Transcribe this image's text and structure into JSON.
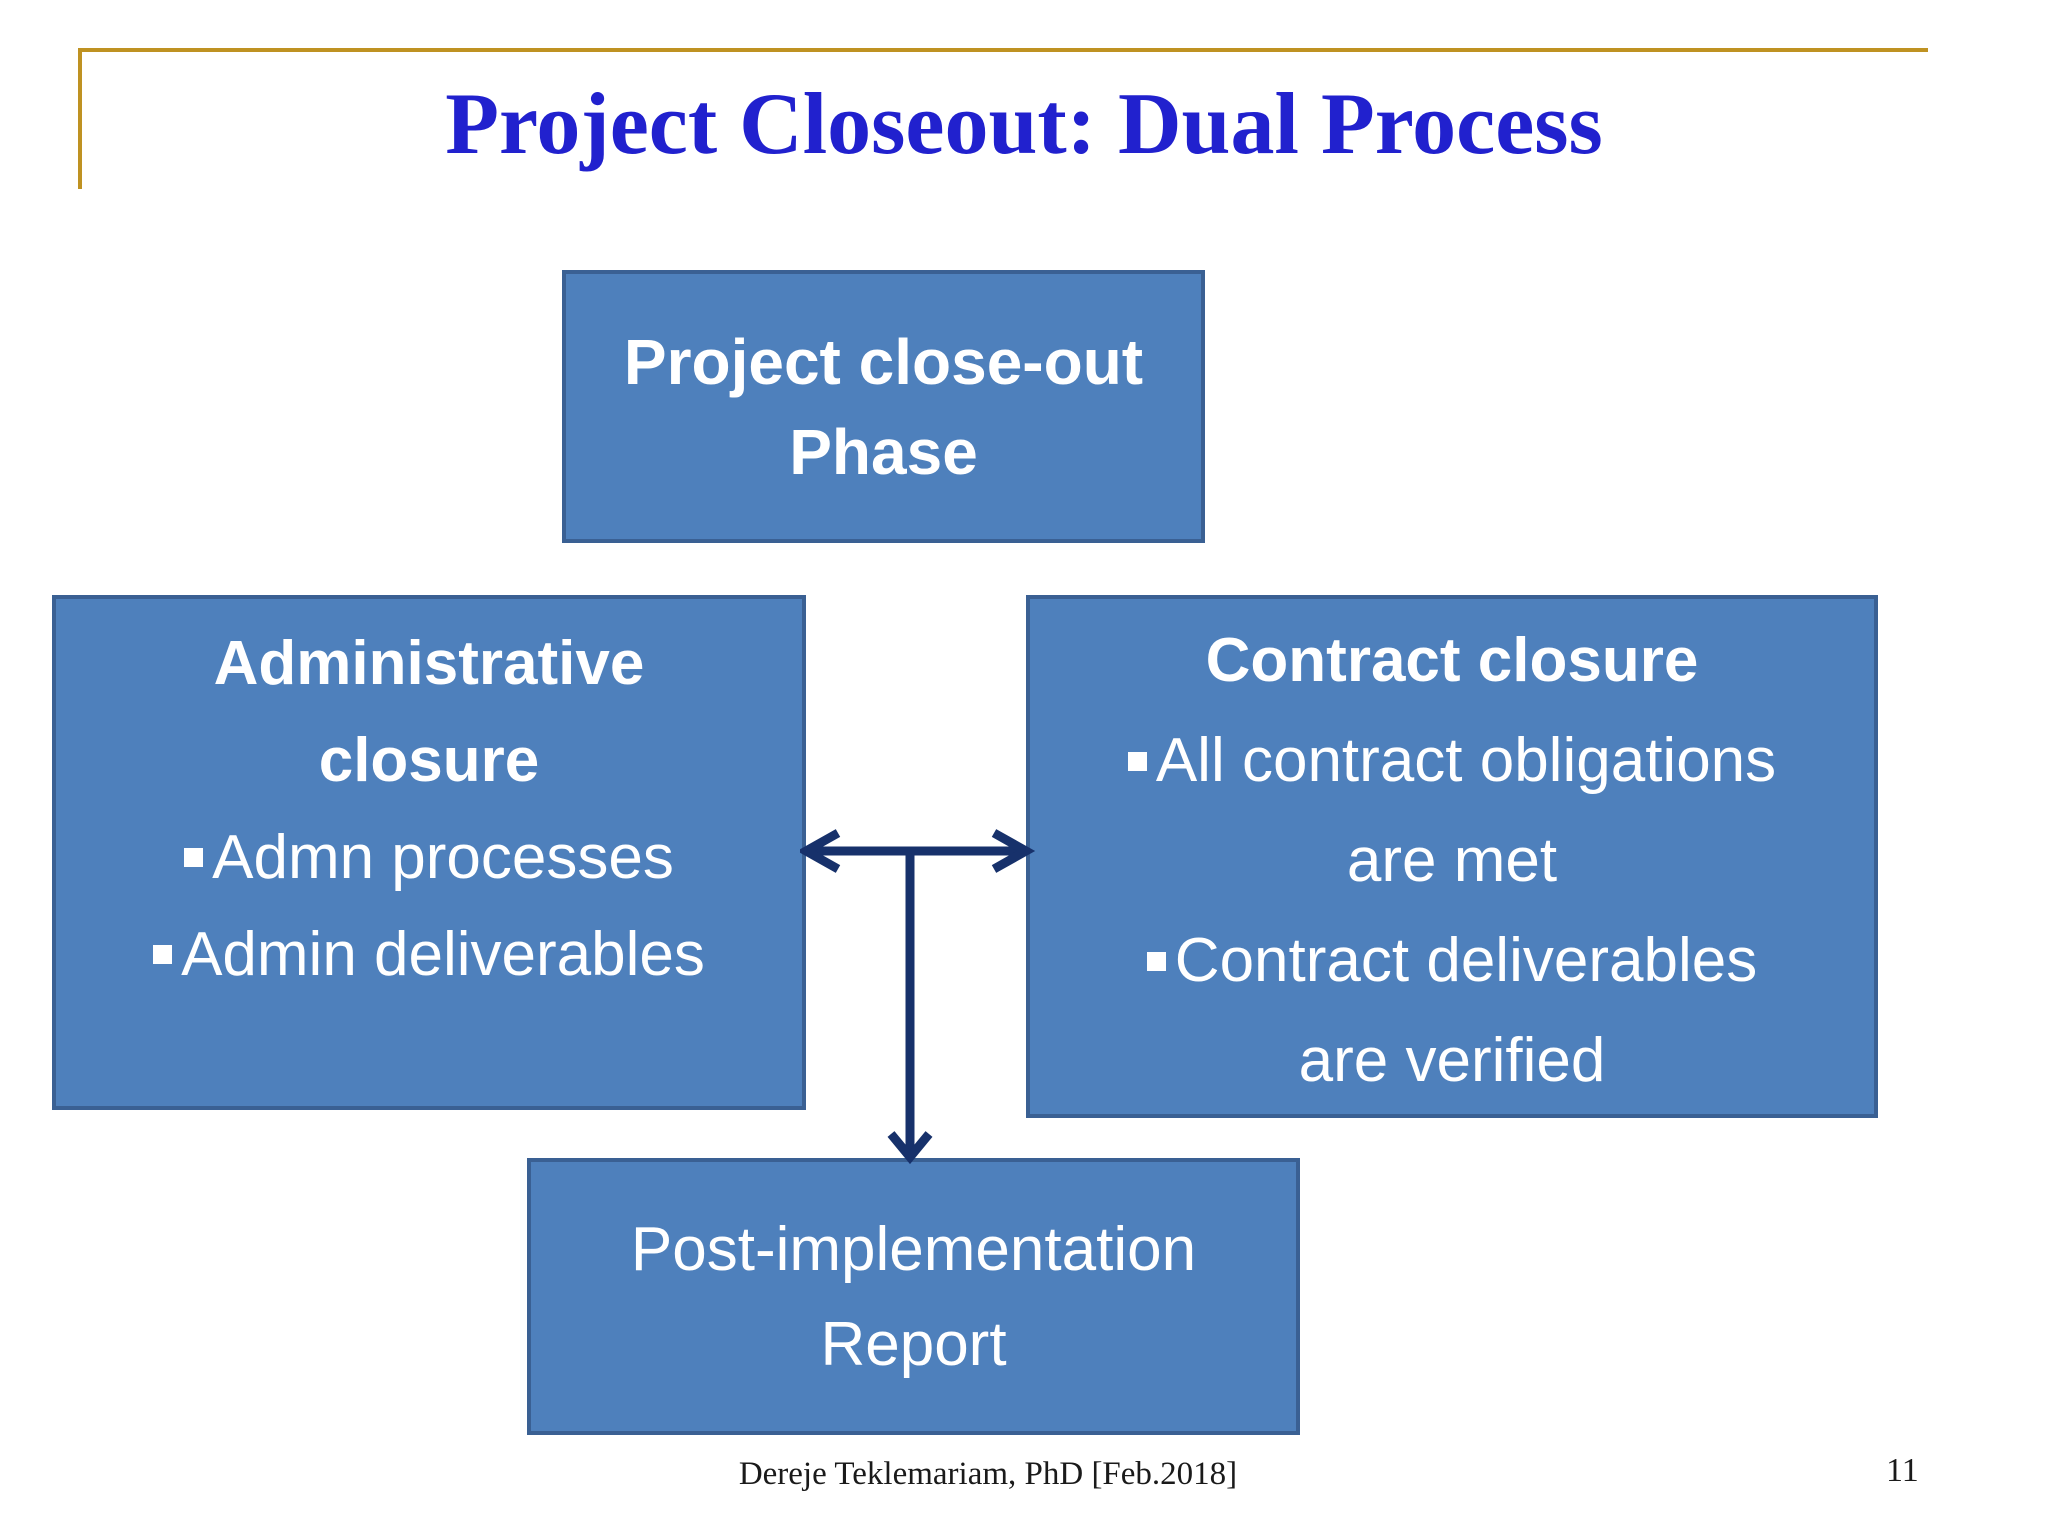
{
  "colors": {
    "gold": "#BF9222",
    "title_blue": "#2121CE",
    "box_fill": "#4E80BC",
    "box_border": "#3A6093",
    "arrow_navy": "#17316B",
    "text_white": "#FFFFFF",
    "text_black": "#1A1A1A"
  },
  "slide": {
    "title": "Project Closeout: Dual Process",
    "footer": "Dereje Teklemariam, PhD [Feb.2018]",
    "page_number": "11"
  },
  "diagram": {
    "top_box": {
      "line1": "Project close-out",
      "line2": "Phase"
    },
    "left_box": {
      "title_line1": "Administrative",
      "title_line2": "closure",
      "bullet1": "Admn processes",
      "bullet2": "Admin deliverables"
    },
    "right_box": {
      "title": "Contract closure",
      "bullet1_line1": "All contract obligations",
      "bullet1_line2": "are met",
      "bullet2_line1": "Contract deliverables",
      "bullet2_line2": "are verified"
    },
    "bottom_box": {
      "line1": "Post-implementation",
      "line2": "Report"
    }
  }
}
